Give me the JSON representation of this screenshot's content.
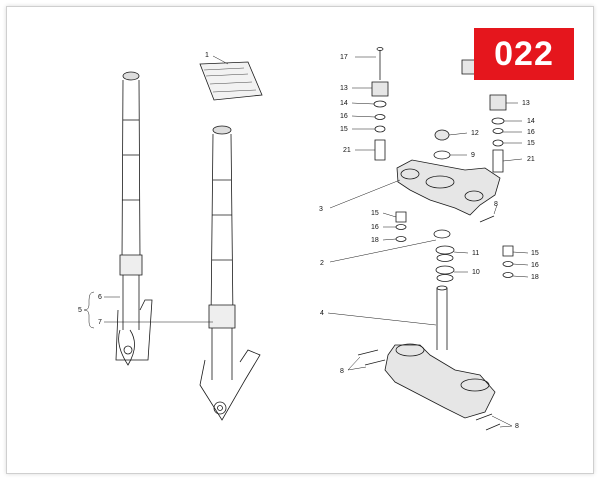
{
  "page_badge": "022",
  "callouts": {
    "c1": "1",
    "c2": "2",
    "c3": "3",
    "c4": "4",
    "c5": "5",
    "c6": "6",
    "c7": "7",
    "c8a": "8",
    "c8b": "8",
    "c8c": "8",
    "c9": "9",
    "c10": "10",
    "c11": "11",
    "c12": "12",
    "c13a": "13",
    "c13b": "13",
    "c14a": "14",
    "c14b": "14",
    "c15a": "15",
    "c15b": "15",
    "c15c": "15",
    "c15d": "15",
    "c16a": "16",
    "c16b": "16",
    "c16c": "16",
    "c16d": "16",
    "c17": "17",
    "c18a": "18",
    "c18b": "18",
    "c21a": "21",
    "c21b": "21"
  },
  "colors": {
    "badge": "#e5161d",
    "line": "#1a1a1a"
  }
}
